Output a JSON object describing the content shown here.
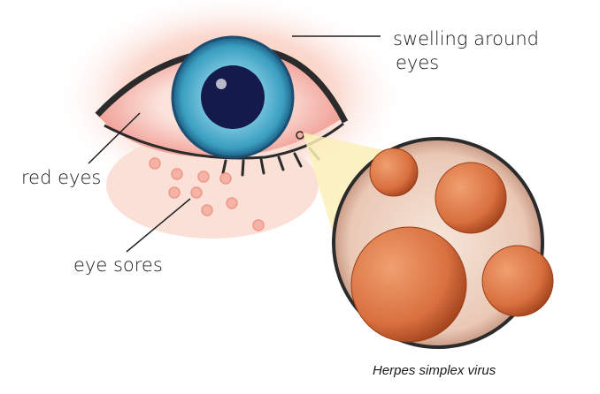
{
  "labels": {
    "swelling": "swelling around",
    "swelling_line2": "eyes",
    "red_eyes": "red eyes",
    "eye_sores": "eye sores"
  },
  "caption": "Herpes simplex virus",
  "colors": {
    "iris": "#3a9ec0",
    "pupil": "#141a4a",
    "sclera_red": "#f3c0b8",
    "virus": "#d9703f",
    "magnifier_cone": "#fbf0b8",
    "swelling": "#fbd9cf"
  }
}
